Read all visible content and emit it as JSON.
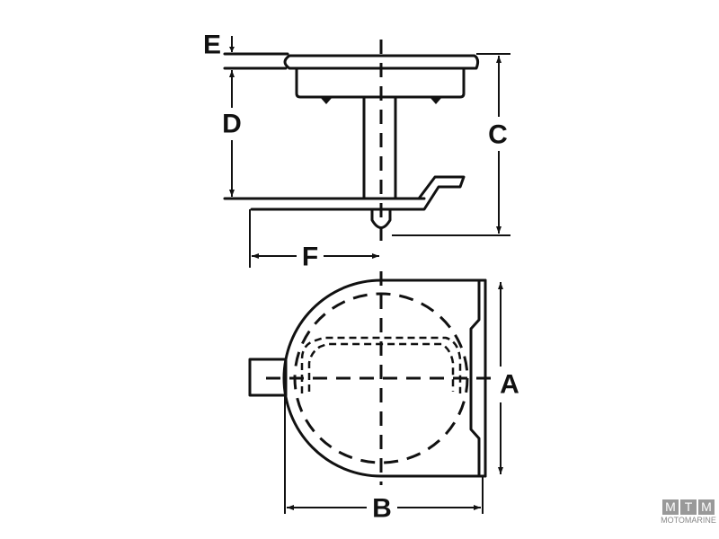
{
  "labels": {
    "a": "A",
    "b": "B",
    "c": "C",
    "d": "D",
    "e": "E",
    "f": "F"
  },
  "watermark": {
    "letters": [
      "M",
      "T",
      "M"
    ],
    "word": "MOTOMARINE"
  }
}
